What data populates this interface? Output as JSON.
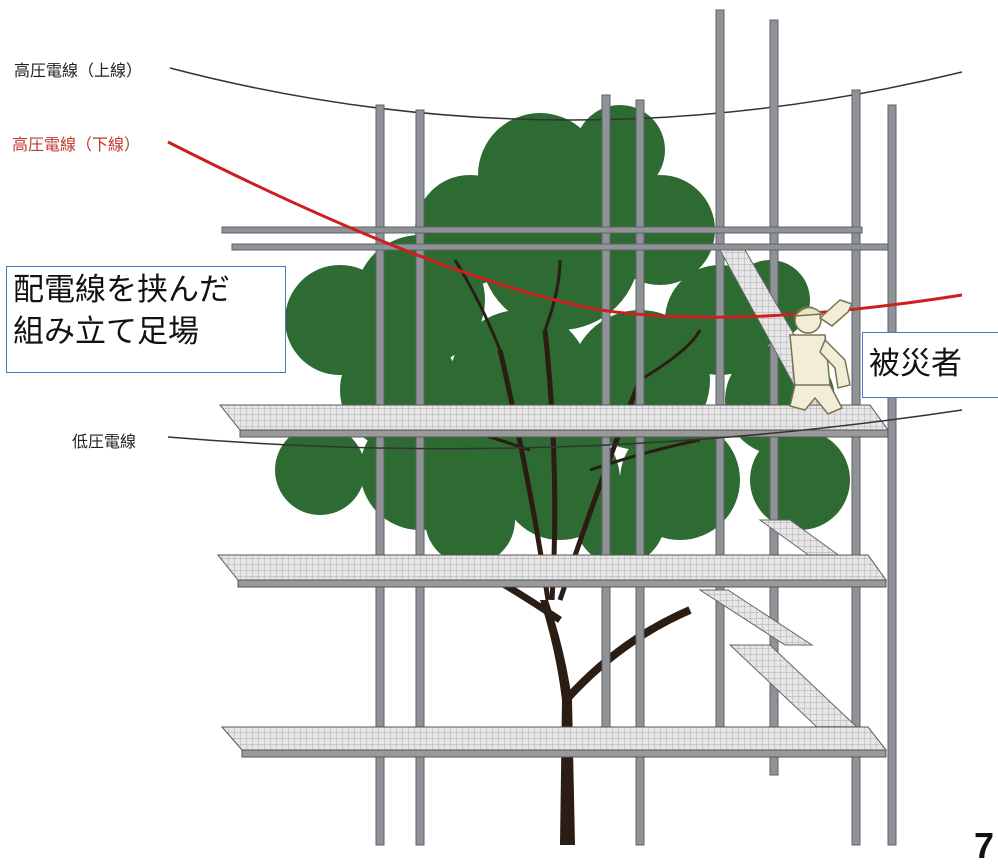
{
  "labels": {
    "hv_upper": "高圧電線（上線）",
    "hv_lower": "高圧電線（下線）",
    "lv": "低圧電線",
    "scaffold_callout_line1": "配電線を挟んだ",
    "scaffold_callout_line2": "組み立て足場",
    "victim_callout": "被災者",
    "page_number": "7"
  },
  "colors": {
    "tree_foliage": "#2e6b32",
    "tree_trunk": "#2b1d14",
    "pipe": "#8f9296",
    "wire": "#333333",
    "hv_lower_wire": "#cc1f1f",
    "callout_border": "#4a78c8"
  }
}
